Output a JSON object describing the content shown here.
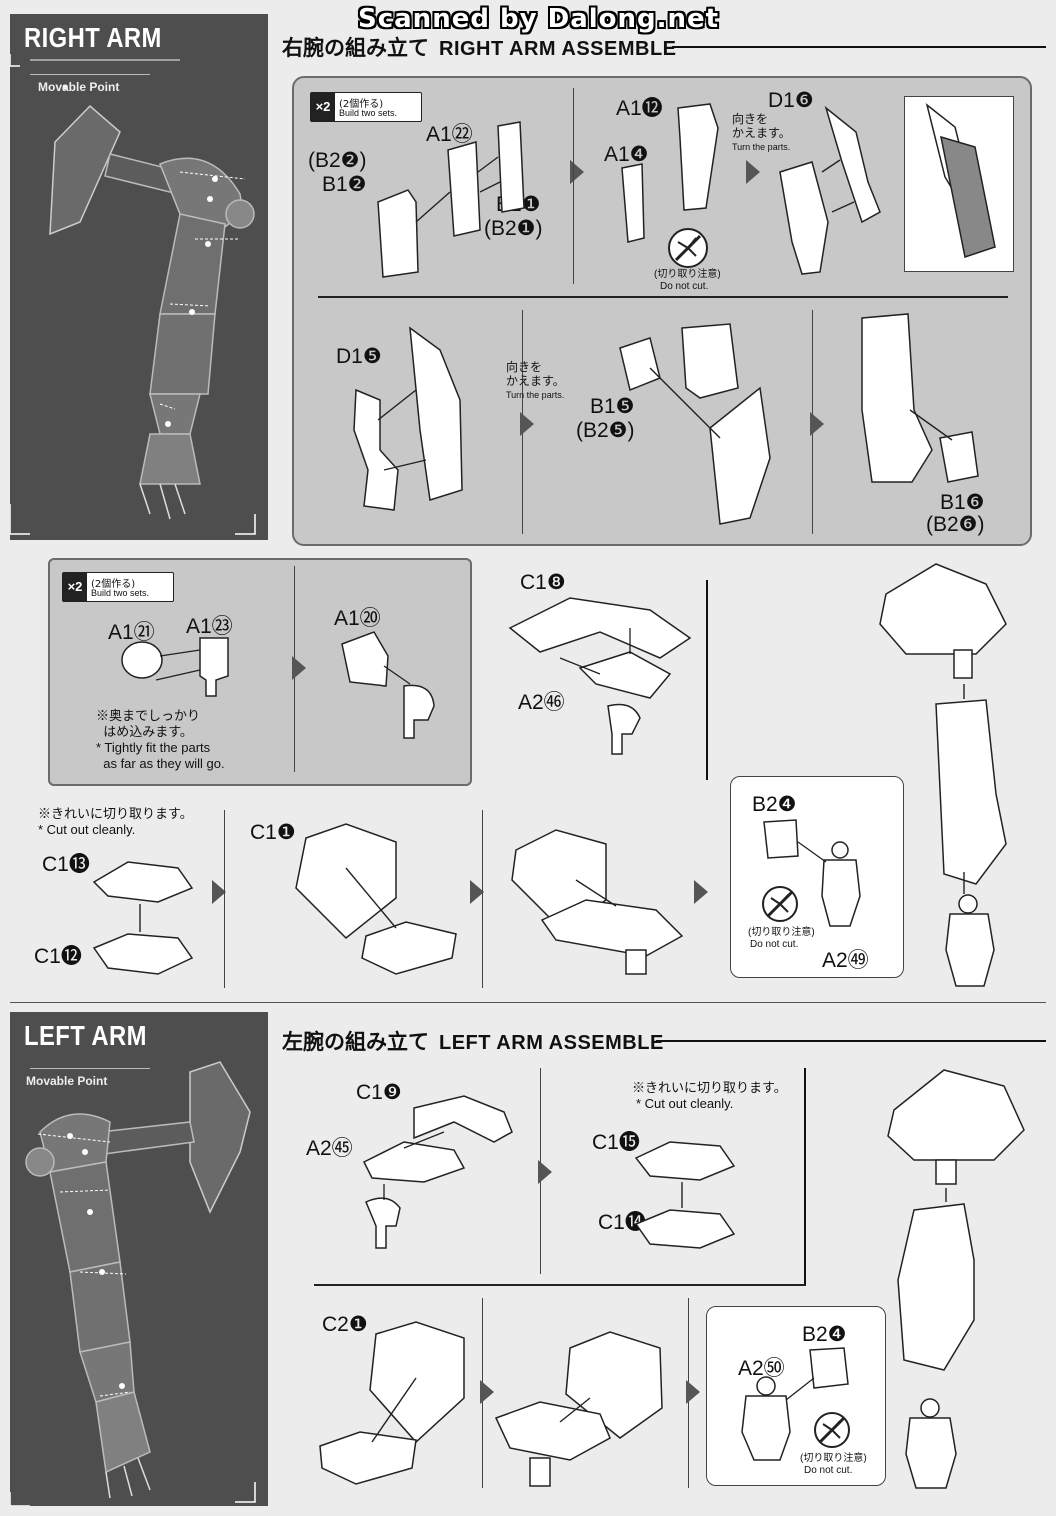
{
  "watermark": "Scanned by Dalong.net",
  "right_arm": {
    "panel_title": "RIGHT ARM",
    "panel_sub": "Movable Point",
    "heading_jp": "右腕の組み立て",
    "heading_en": "RIGHT ARM ASSEMBLE"
  },
  "left_arm": {
    "panel_title": "LEFT ARM",
    "panel_sub": "Movable Point",
    "heading_jp": "左腕の組み立て",
    "heading_en": "LEFT ARM ASSEMBLE"
  },
  "build_two": {
    "badge": "×2",
    "jp": "(2個作る)",
    "en": "Build two sets."
  },
  "notes": {
    "turn_jp": "向きを\nかえます。",
    "turn_en": "Turn the parts.",
    "do_not_cut_jp": "(切り取り注意)",
    "do_not_cut_en": "Do not cut.",
    "tight_jp": "※奥までしっかり\n  はめ込みます。",
    "tight_en": "* Tightly fit the parts\n  as far as they will go.",
    "clean_jp": "※きれいに切り取ります。",
    "clean_en": "* Cut out cleanly."
  },
  "labels": {
    "a1_22": "A1㉒",
    "b2_2": "(B2❷)",
    "b1_2": "B1❷",
    "b1_1": "B1❶",
    "b2_1": "(B2❶)",
    "a1_12": "A1⓬",
    "a1_4": "A1❹",
    "d1_6": "D1❻",
    "d1_5": "D1❺",
    "b1_5": "B1❺",
    "b2_5": "(B2❺)",
    "b1_6": "B1❻",
    "b2_6": "(B2❻)",
    "a1_21": "A1㉑",
    "a1_23": "A1㉓",
    "a1_20": "A1⑳",
    "c1_8": "C1❽",
    "a2_46": "A2㊻",
    "c1_13": "C1⓭",
    "c1_12": "C1⓬",
    "c1_1": "C1❶",
    "b2_4": "B2❹",
    "a2_53": "A2㊾",
    "c1_9": "C1❾",
    "a2_45": "A2㊺",
    "c1_15": "C1⓯",
    "c1_14": "C1⓮",
    "c2_1": "C2❶",
    "a2_52": "A2㊿",
    "b2_4b": "B2❹"
  }
}
